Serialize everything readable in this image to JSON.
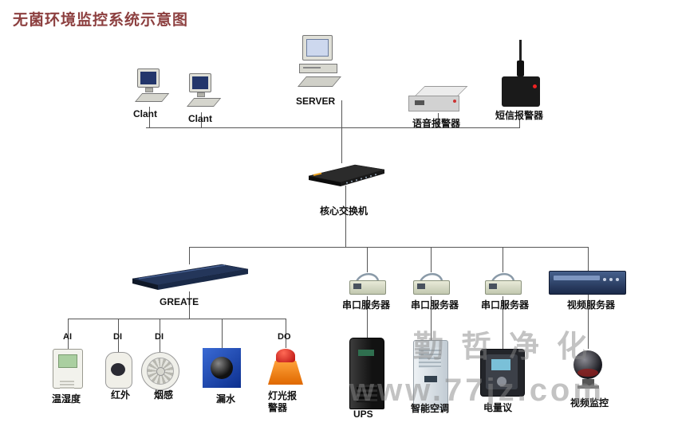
{
  "title": "无菌环境监控系统示意图",
  "watermark": {
    "line1": "勤哲净化",
    "line2": "www.77jz.com"
  },
  "nodes": {
    "client1": {
      "label": "Clant"
    },
    "client2": {
      "label": "Clant"
    },
    "server": {
      "label": "SERVER"
    },
    "voice_alarm": {
      "label": "语音报警器"
    },
    "sms_alarm": {
      "label": "短信报警器"
    },
    "core_switch": {
      "label": "核心交换机"
    },
    "greate": {
      "label": "GREATE"
    },
    "serial_server_1": {
      "label": "串口服务器"
    },
    "serial_server_2": {
      "label": "串口服务器"
    },
    "serial_server_3": {
      "label": "串口服务器"
    },
    "video_server": {
      "label": "视频服务器"
    },
    "temp_humidity": {
      "port": "AI",
      "label": "温湿度"
    },
    "infrared": {
      "port": "DI",
      "label": "红外"
    },
    "smoke": {
      "port": "DI",
      "label": "烟感"
    },
    "water_leak": {
      "label": "漏水"
    },
    "light_alarm": {
      "port": "DO",
      "label": "灯光报警器"
    },
    "ups": {
      "label": "UPS"
    },
    "smart_ac": {
      "label": "智能空调"
    },
    "power_meter": {
      "label": "电量议"
    },
    "video_monitor": {
      "label": "视频监控"
    }
  }
}
